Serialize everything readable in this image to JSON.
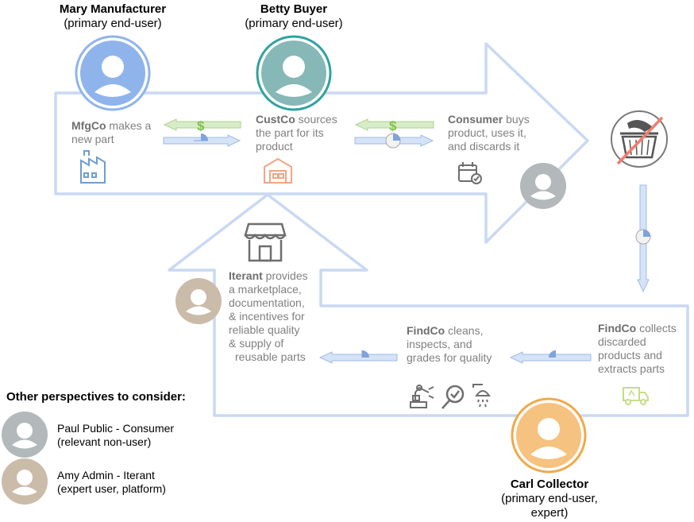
{
  "personas": {
    "mary": {
      "name": "Mary Manufacturer",
      "role": "(primary end-user)"
    },
    "betty": {
      "name": "Betty Buyer",
      "role": "(primary end-user)"
    },
    "carl": {
      "name": "Carl Collector",
      "role": "(primary end-user,",
      "role2": "expert)"
    }
  },
  "steps": {
    "mfgco": {
      "org": "MfgCo",
      "line1": " makes a",
      "line2": "new part"
    },
    "custco": {
      "org": "CustCo",
      "line1": " sources",
      "line2": "the part for its",
      "line3": "product"
    },
    "consumer": {
      "org": "Consumer",
      "line1": " buys",
      "line2": "product, uses it,",
      "line3": "and discards it"
    },
    "iterant": {
      "org": "Iterant",
      "line1": " provides",
      "line2": "a marketplace,",
      "line3": "documentation,",
      "line4": "& incentives for",
      "line5": "reliable quality",
      "line6": "& supply of",
      "line7": "reusable parts"
    },
    "findco_clean": {
      "org": "FindCo",
      "line1": " cleans,",
      "line2": "inspects, and",
      "line3": "grades for quality"
    },
    "findco_collect": {
      "org": "FindCo",
      "line1": " collects",
      "line2": "discarded",
      "line3": "products and",
      "line4": "extracts parts"
    }
  },
  "money_symbol": "$",
  "other": {
    "title": "Other perspectives to consider:",
    "paul": {
      "line1": "Paul Public - Consumer",
      "line2": "(relevant non-user)"
    },
    "amy": {
      "line1": "Amy Admin - Iterant",
      "line2": "(expert user, platform)"
    }
  },
  "colors": {
    "flow_outline": "#c9d9f3",
    "money_arrow": "#d9ecc9",
    "money_symbol": "#7cc24a",
    "part_arrow": "#d6e3f7",
    "mary_avatar": "#8fb4ec",
    "betty_avatar": "#86b8b7",
    "carl_avatar": "#f6c27f",
    "gray_avatar": "#b3b8bb",
    "tan_avatar": "#cbbba9",
    "factory_icon": "#6d9ed0",
    "warehouse_icon": "#f1a585",
    "truck_icon": "#c6dc8a",
    "no_trash_strike": "#f07c6f"
  },
  "icons": [
    "factory-icon",
    "warehouse-icon",
    "calendar-check-icon",
    "no-trash-icon",
    "storefront-icon",
    "robot-arm-icon",
    "magnifier-check-icon",
    "shower-clean-icon",
    "recycle-truck-icon"
  ]
}
